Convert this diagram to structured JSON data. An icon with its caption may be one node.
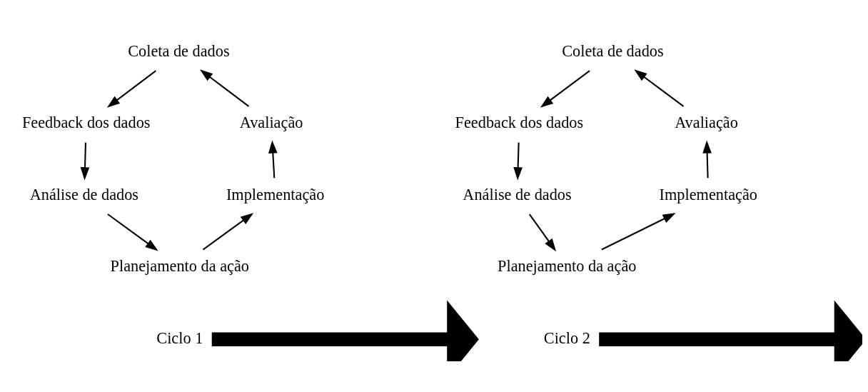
{
  "diagram": {
    "nodes": [
      {
        "text": [
          "Coleta de dados"
        ]
      },
      {
        "text": [
          "Feedback dos dados"
        ]
      },
      {
        "text": [
          "Análise de dados"
        ]
      },
      {
        "text": [
          "Planejamento da ação"
        ]
      },
      {
        "text": [
          "Implementação"
        ]
      },
      {
        "text": [
          "Avaliação"
        ]
      },
      {
        "text": [
          "Coleta de dados"
        ]
      },
      {
        "text": [
          "Feedback dos dados"
        ]
      },
      {
        "text": [
          "Análise de dados"
        ]
      },
      {
        "text": [
          "Planejamento da ação"
        ]
      },
      {
        "text": [
          "Implementação"
        ]
      },
      {
        "text": [
          "Avaliação"
        ]
      },
      {
        "text": [
          "Ciclo 1"
        ]
      },
      {
        "text": [
          "Ciclo 2"
        ]
      }
    ],
    "edges": [
      {
        "from": 0,
        "to": 1,
        "arrow": "to"
      },
      {
        "from": 1,
        "to": 2,
        "arrow": "to"
      },
      {
        "from": 2,
        "to": 3,
        "arrow": "to"
      },
      {
        "from": 3,
        "to": 4,
        "arrow": "to"
      },
      {
        "from": 4,
        "to": 5,
        "arrow": "to"
      },
      {
        "from": 5,
        "to": 0,
        "arrow": "to"
      },
      {
        "from": 6,
        "to": 7,
        "arrow": "to"
      },
      {
        "from": 7,
        "to": 8,
        "arrow": "to"
      },
      {
        "from": 8,
        "to": 9,
        "arrow": "to"
      },
      {
        "from": 9,
        "to": 10,
        "arrow": "to"
      },
      {
        "from": 10,
        "to": 11,
        "arrow": "to"
      },
      {
        "from": 11,
        "to": 6,
        "arrow": "to"
      },
      {
        "from": 12,
        "to": null,
        "arrow": "to",
        "style": "thick"
      },
      {
        "from": 13,
        "to": null,
        "arrow": "to",
        "style": "thick"
      }
    ]
  }
}
